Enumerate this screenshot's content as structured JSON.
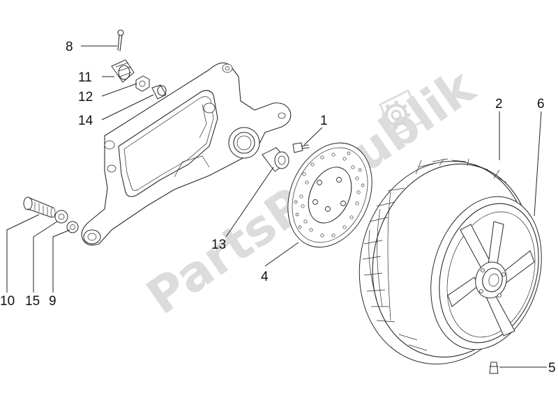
{
  "watermark": {
    "text": "PartsRepublik"
  },
  "callouts": [
    {
      "id": "8",
      "label": "8"
    },
    {
      "id": "11",
      "label": "11"
    },
    {
      "id": "12",
      "label": "12"
    },
    {
      "id": "14",
      "label": "14"
    },
    {
      "id": "1",
      "label": "1"
    },
    {
      "id": "2",
      "label": "2"
    },
    {
      "id": "6",
      "label": "6"
    },
    {
      "id": "13",
      "label": "13"
    },
    {
      "id": "4",
      "label": "4"
    },
    {
      "id": "10",
      "label": "10"
    },
    {
      "id": "15",
      "label": "15"
    },
    {
      "id": "9",
      "label": "9"
    },
    {
      "id": "5",
      "label": "5"
    }
  ]
}
